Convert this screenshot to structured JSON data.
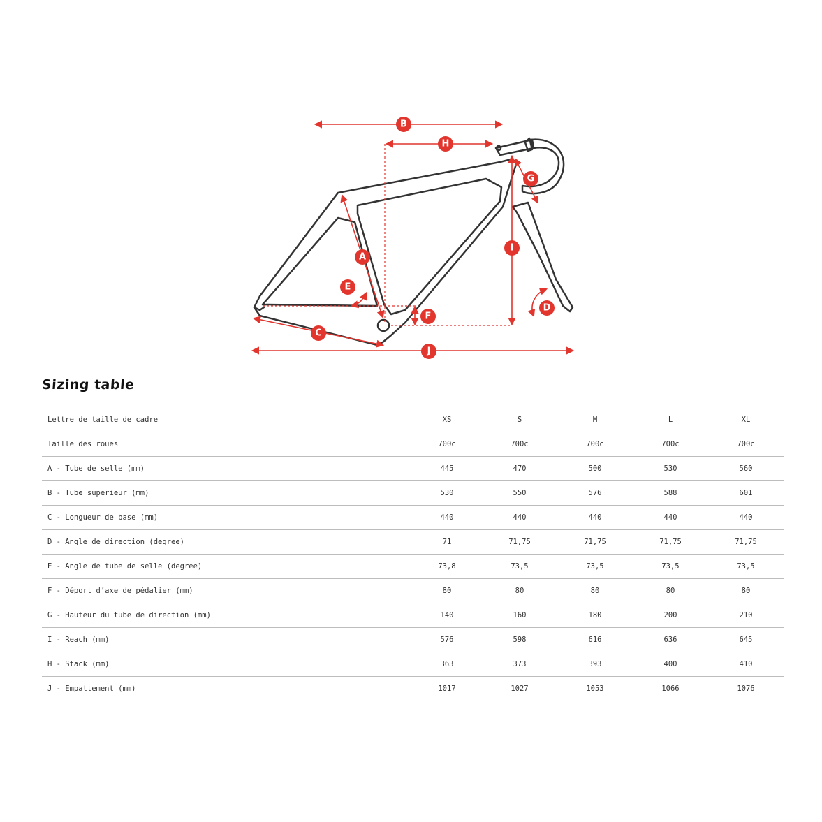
{
  "diagram": {
    "markers": [
      "A",
      "B",
      "C",
      "D",
      "E",
      "F",
      "G",
      "H",
      "I",
      "J"
    ],
    "frame_color": "#333333",
    "accent": "#e2352d"
  },
  "title": "Sizing table",
  "table": {
    "header": {
      "label": "Lettre de taille de cadre",
      "sizes": [
        "XS",
        "S",
        "M",
        "L",
        "XL"
      ]
    },
    "rows": [
      {
        "label": "Taille des roues",
        "values": [
          "700c",
          "700c",
          "700c",
          "700c",
          "700c"
        ]
      },
      {
        "label": "A - Tube de selle (mm)",
        "values": [
          "445",
          "470",
          "500",
          "530",
          "560"
        ]
      },
      {
        "label": "B - Tube superieur (mm)",
        "values": [
          "530",
          "550",
          "576",
          "588",
          "601"
        ]
      },
      {
        "label": "C - Longueur de base (mm)",
        "values": [
          "440",
          "440",
          "440",
          "440",
          "440"
        ]
      },
      {
        "label": "D - Angle de direction (degree)",
        "values": [
          "71",
          "71,75",
          "71,75",
          "71,75",
          "71,75"
        ]
      },
      {
        "label": "E - Angle de tube de selle (degree)",
        "values": [
          "73,8",
          "73,5",
          "73,5",
          "73,5",
          "73,5"
        ]
      },
      {
        "label": "F - Déport d’axe de pédalier (mm)",
        "values": [
          "80",
          "80",
          "80",
          "80",
          "80"
        ]
      },
      {
        "label": "G - Hauteur du tube de direction (mm)",
        "values": [
          "140",
          "160",
          "180",
          "200",
          "210"
        ]
      },
      {
        "label": "I - Reach (mm)",
        "values": [
          "576",
          "598",
          "616",
          "636",
          "645"
        ]
      },
      {
        "label": "H - Stack (mm)",
        "values": [
          "363",
          "373",
          "393",
          "400",
          "410"
        ]
      },
      {
        "label": "J - Empattement (mm)",
        "values": [
          "1017",
          "1027",
          "1053",
          "1066",
          "1076"
        ]
      }
    ]
  }
}
